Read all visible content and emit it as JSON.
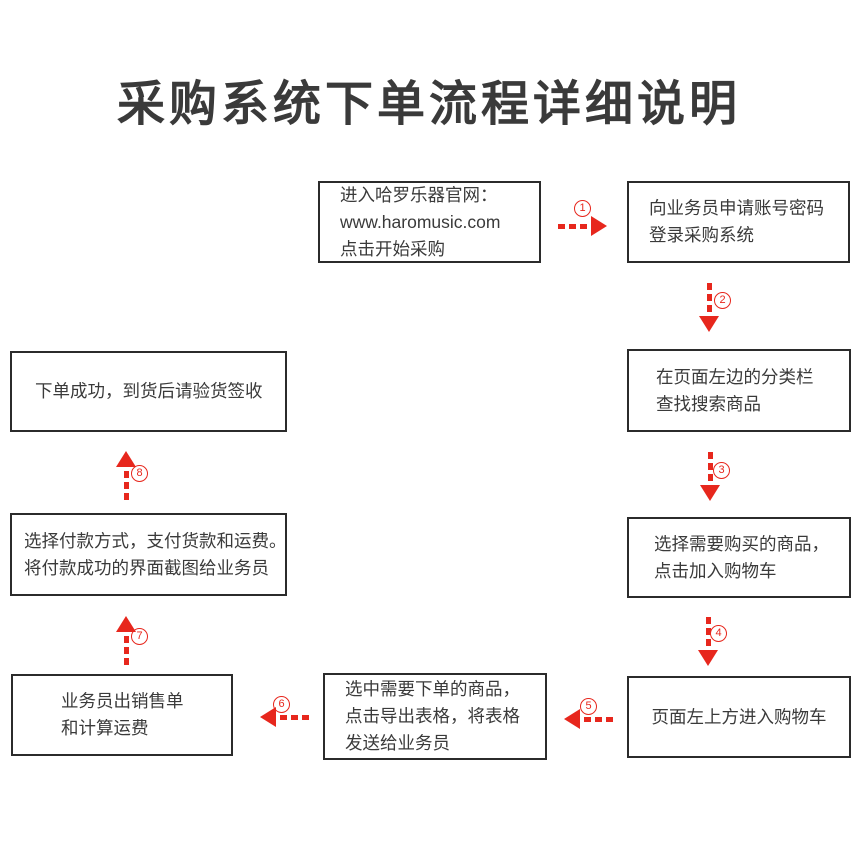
{
  "title": "采购系统下单流程详细说明",
  "colors": {
    "accent_red": "#e7271d",
    "text": "#3a3a3a",
    "border": "#2b2b2b",
    "background": "#ffffff"
  },
  "flow": {
    "nodes": [
      {
        "name": "enter-website",
        "lines": [
          "进入哈罗乐器官网：",
          "www.haromusic.com",
          "点击开始采购"
        ]
      },
      {
        "name": "request-account",
        "lines": [
          "向业务员申请账号密码",
          "登录采购系统"
        ]
      },
      {
        "name": "search-category",
        "lines": [
          "在页面左边的分类栏",
          "查找搜索商品"
        ]
      },
      {
        "name": "add-to-cart",
        "lines": [
          "选择需要购买的商品，",
          "点击加入购物车"
        ]
      },
      {
        "name": "enter-cart",
        "lines": [
          "页面左上方进入购物车"
        ]
      },
      {
        "name": "export-table",
        "lines": [
          "选中需要下单的商品，",
          "点击导出表格，将表格",
          "发送给业务员"
        ]
      },
      {
        "name": "sales-order",
        "lines": [
          "业务员出销售单",
          "和计算运费"
        ]
      },
      {
        "name": "payment",
        "lines": [
          "选择付款方式，支付货款和运费。",
          "将付款成功的界面截图给业务员"
        ]
      },
      {
        "name": "delivery",
        "lines": [
          "下单成功，到货后请验货签收"
        ]
      }
    ],
    "connectors": [
      {
        "number": "1",
        "direction": "right"
      },
      {
        "number": "2",
        "direction": "down"
      },
      {
        "number": "3",
        "direction": "down"
      },
      {
        "number": "4",
        "direction": "down"
      },
      {
        "number": "5",
        "direction": "left"
      },
      {
        "number": "6",
        "direction": "left"
      },
      {
        "number": "7",
        "direction": "up"
      },
      {
        "number": "8",
        "direction": "up"
      }
    ]
  }
}
